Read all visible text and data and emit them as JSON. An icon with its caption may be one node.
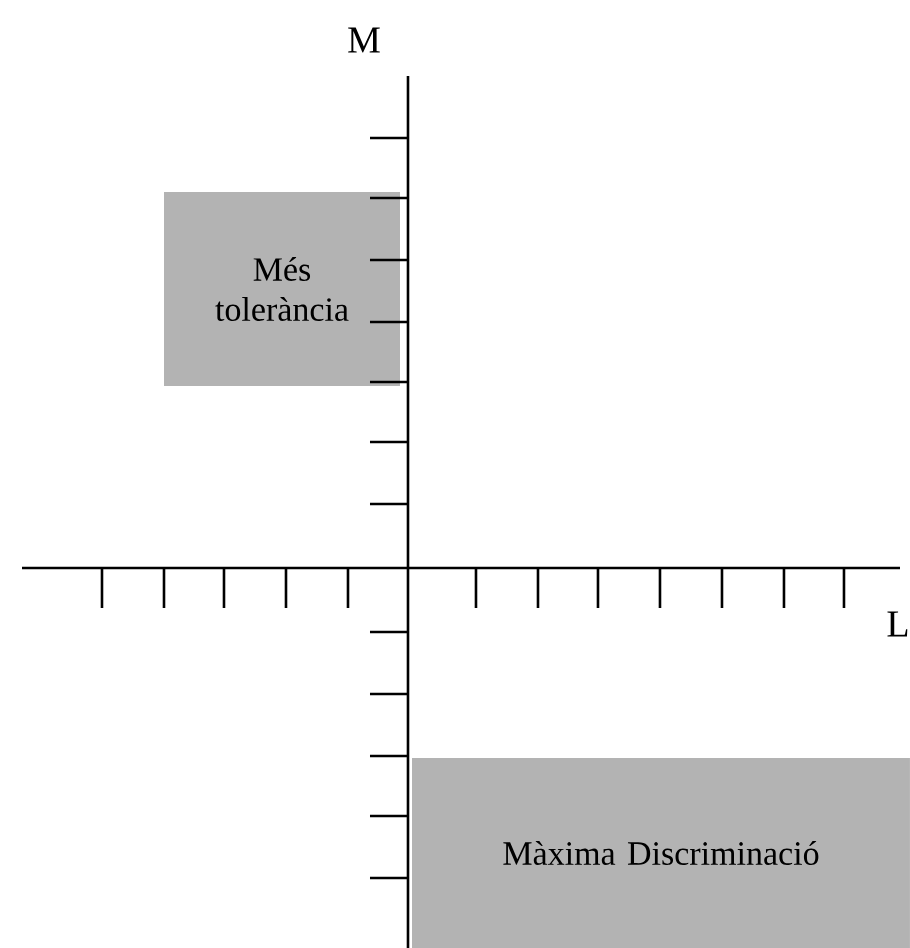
{
  "diagram": {
    "nodes": [
      {
        "text": [
          "Més tolerància"
        ]
      },
      {
        "text": [
          "Màxima Discriminació"
        ]
      }
    ],
    "labels": [
      "M",
      "L"
    ]
  }
}
